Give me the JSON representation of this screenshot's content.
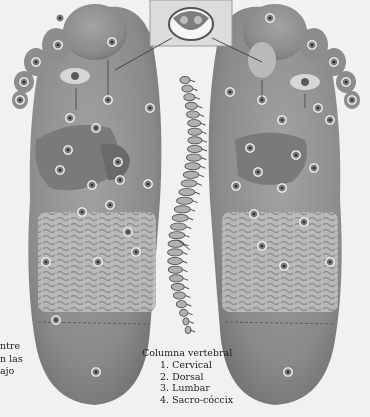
{
  "spine_legend": {
    "title": "Columna vertebral",
    "items": [
      "1. Cervical",
      "2. Dorsal",
      "3. Lumbar",
      "4. Sacro-cóccix"
    ]
  },
  "cropped_side_text": [
    "ntre",
    "n las",
    "ajo"
  ],
  "colors": {
    "background": "#f1f1f1",
    "foot_skin": "#8e8e8e",
    "foot_shadow": "#6f6f6f",
    "intestine": "#c9c9c9",
    "point_ring": "#f2f2f2",
    "spine": "#a8a8a8"
  }
}
